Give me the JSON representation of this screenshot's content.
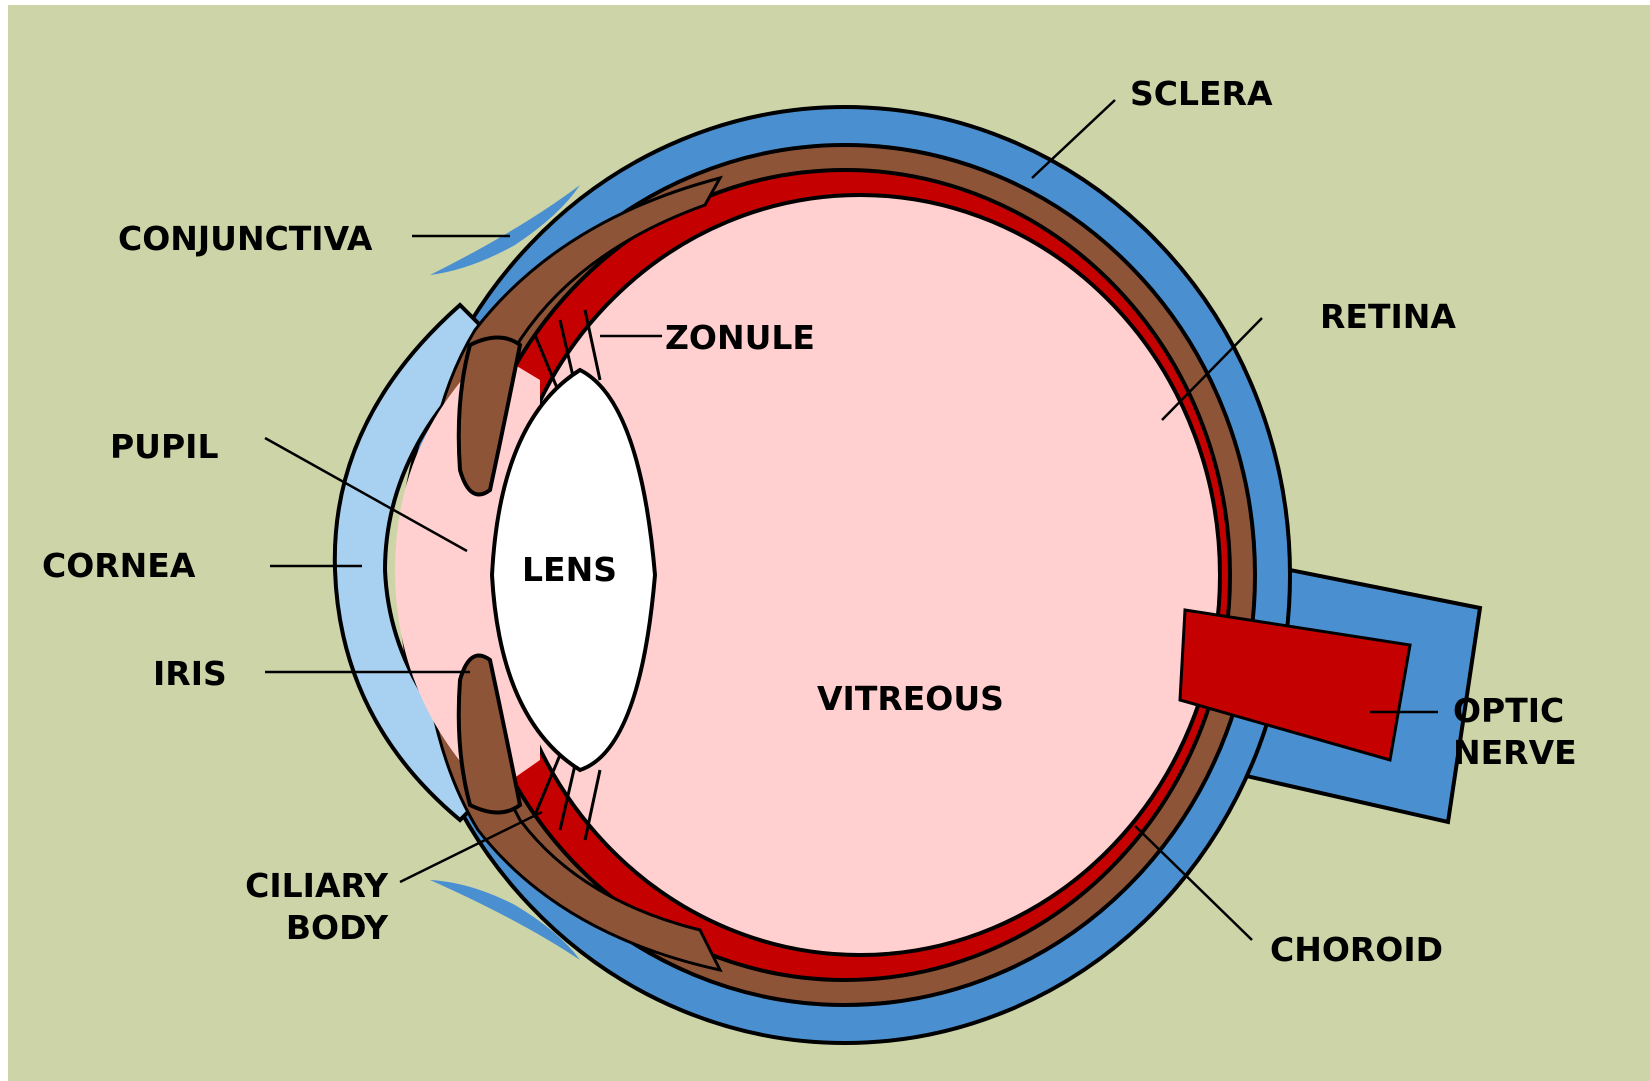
{
  "colors": {
    "background": "#cdd4a8",
    "sclera": "#4a8fd0",
    "conjunctiva": "#4a8fd0",
    "cornea": "#a8d0f0",
    "choroid": "#8e5438",
    "retina": "#c40000",
    "optic_nerve": "#c40000",
    "vitreous": "#ffd0cf",
    "lens": "#ffffff",
    "outline": "#000000"
  },
  "labels": {
    "sclera": "SCLERA",
    "conjunctiva": "CONJUNCTIVA",
    "retina": "RETINA",
    "zonule": "ZONULE",
    "pupil": "PUPIL",
    "cornea": "CORNEA",
    "lens": "LENS",
    "iris": "IRIS",
    "vitreous": "VITREOUS",
    "optic_nerve_line1": "OPTIC",
    "optic_nerve_line2": "NERVE",
    "ciliary_body_line1": "CILIARY",
    "ciliary_body_line2": "BODY",
    "choroid": "CHOROID"
  }
}
